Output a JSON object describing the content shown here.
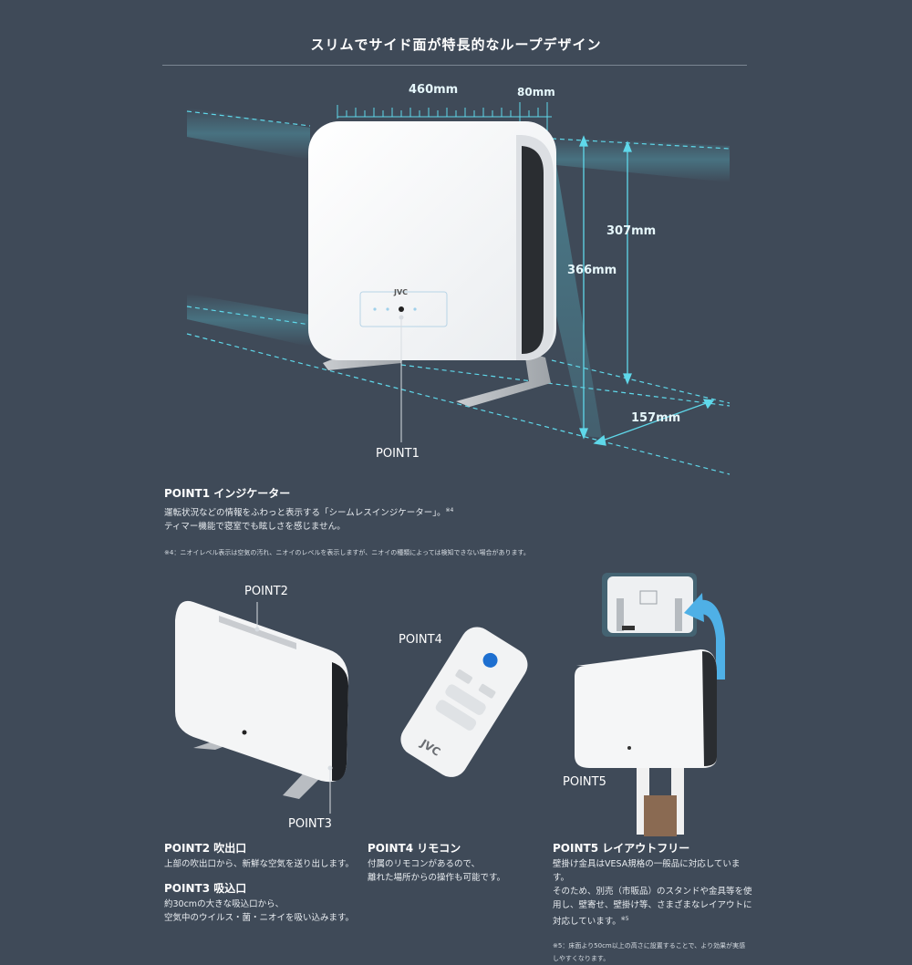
{
  "title": "スリムでサイド面が特長的なループデザイン",
  "dimensions": {
    "width": "460mm",
    "depth_top": "80mm",
    "height_body": "307mm",
    "height_total": "366mm",
    "depth_base": "157mm"
  },
  "device": {
    "logo": "JVC"
  },
  "labels": {
    "point1": "POINT1",
    "point2": "POINT2",
    "point3": "POINT3",
    "point4": "POINT4",
    "point5": "POINT5"
  },
  "point1": {
    "heading": "POINT1 インジケーター",
    "line1": "運転状況などの情報をふわっと表示する「シームレスインジケーター」。",
    "line1_ref": "※4",
    "line2": "ティマー機能で寝室でも眩しさを感じません。",
    "note": "※4：ニオイレベル表示は空気の汚れ、ニオイのレベルを表示しますが、ニオイの種類によっては検知できない場合があります。"
  },
  "point2": {
    "heading": "POINT2 吹出口",
    "line1": "上部の吹出口から、新鮮な空気を送り出します。"
  },
  "point3": {
    "heading": "POINT3 吸込口",
    "line1": "約30cmの大きな吸込口から、",
    "line2": "空気中のウイルス・菌・ニオイを吸い込みます。"
  },
  "point4": {
    "heading": "POINT4 リモコン",
    "line1": "付属のリモコンがあるので、",
    "line2": "離れた場所からの操作も可能です。"
  },
  "point5": {
    "heading": "POINT5 レイアウトフリー",
    "line1": "壁掛け金具はVESA規格の一般品に対応していま",
    "line2": "す。",
    "line3": "そのため、別売（市販品）のスタンドや金具等を使",
    "line4": "用し、壁寄せ、壁掛け等、さまざまなレイアウトに",
    "line5": "対応しています。",
    "line5_ref": "※5",
    "note1": "※5：床面より50cm以上の高さに設置することで、より効果が実感",
    "note2": "しやすくなります。"
  },
  "colors": {
    "background": "#3f4a58",
    "guide": "#5fd8ea",
    "device": "#f4f4f4"
  }
}
